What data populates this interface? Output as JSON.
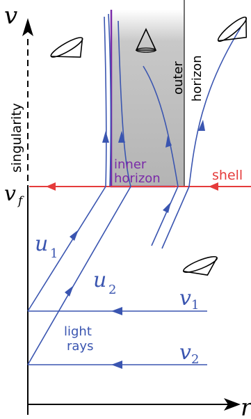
{
  "axes": {
    "vertical_label": "v",
    "horizontal_label": "r",
    "v_f_label": "v",
    "v_f_subscript": "f",
    "singularity_label": "singularity"
  },
  "regions": {
    "outer_horizon_line1": "outer",
    "outer_horizon_line2": "horizon",
    "inner_horizon_line1": "inner",
    "inner_horizon_line2": "horizon",
    "shell_label": "shell"
  },
  "rays": {
    "label_line1": "light",
    "label_line2": "rays",
    "u1": "u",
    "u1_sub": "1",
    "u2": "u",
    "u2_sub": "2",
    "v1": "v",
    "v1_sub": "1",
    "v2": "v",
    "v2_sub": "2"
  },
  "colors": {
    "ray": "#3a55b0",
    "shell": "#e53b3b",
    "inner_horizon": "#7a2aa8",
    "axis": "#000000",
    "shade": "#9a9a9a"
  }
}
